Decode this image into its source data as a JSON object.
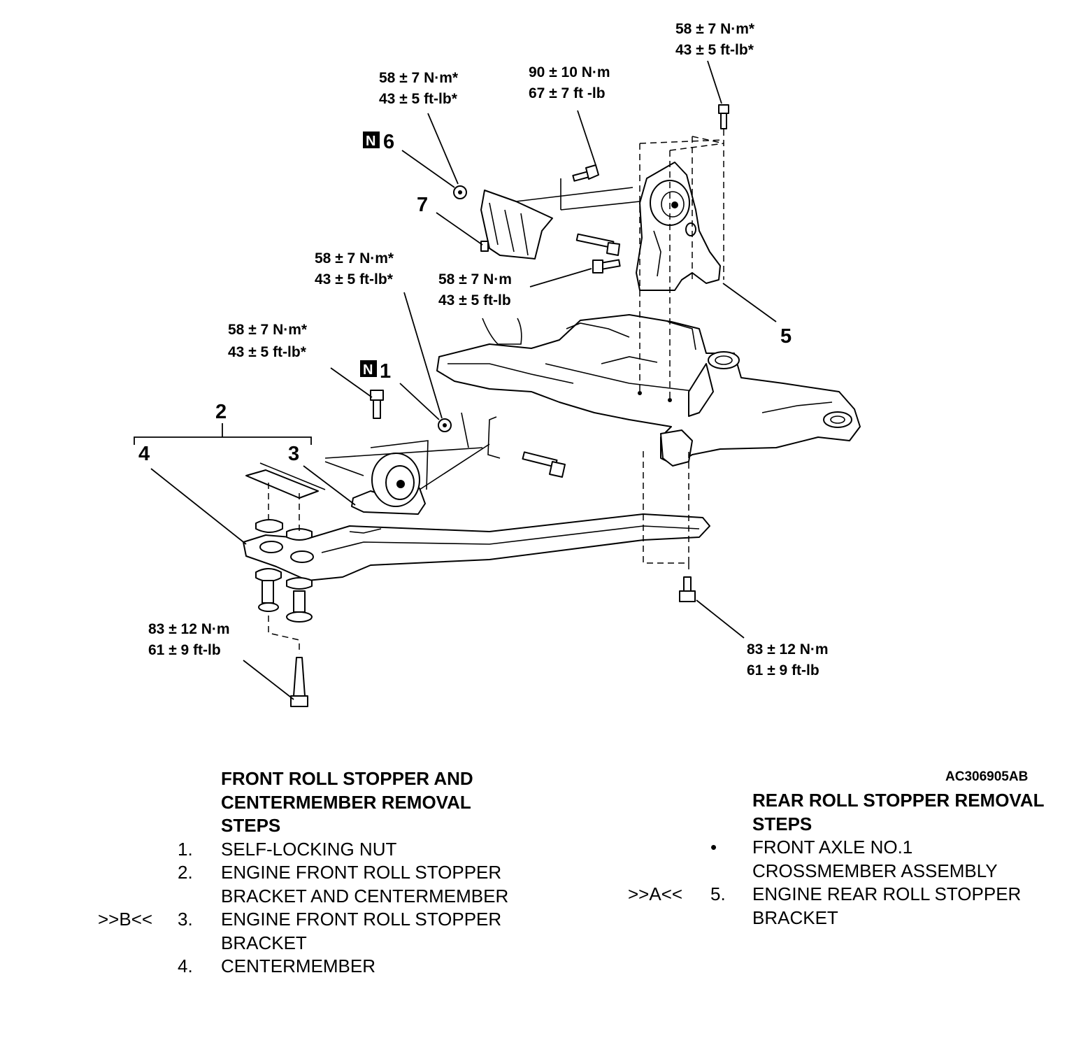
{
  "figure_code": "AC306905AB",
  "callouts": {
    "c1": "1",
    "c2": "2",
    "c3": "3",
    "c4": "4",
    "c5": "5",
    "c6": "6",
    "c7": "7",
    "badge": "N"
  },
  "torques": {
    "t_top_right": [
      "58 ± 7 N·m*",
      "43 ± 5 ft-lb*"
    ],
    "t_top_mid": [
      "58 ± 7 N·m*",
      "43 ± 5 ft-lb*"
    ],
    "t_top_90": [
      "90 ± 10 N·m",
      "67 ± 7 ft -lb"
    ],
    "t_mid_bracket": [
      "58 ± 7 N·m*",
      "43 ± 5 ft-lb*"
    ],
    "t_mid_plain": [
      "58 ± 7 N·m",
      "43 ± 5 ft-lb"
    ],
    "t_left_bolt": [
      "58 ± 7 N·m*",
      "43 ± 5 ft-lb*"
    ],
    "t_bottom_left": [
      "83 ± 12 N·m",
      "61 ± 9 ft-lb"
    ],
    "t_bottom_right": [
      "83 ± 12 N·m",
      "61 ± 9 ft-lb"
    ]
  },
  "front_steps": {
    "heading": "FRONT ROLL STOPPER AND CENTERMEMBER REMOVAL STEPS",
    "items": [
      {
        "ref": "",
        "num": "1.",
        "text": "SELF-LOCKING NUT"
      },
      {
        "ref": "",
        "num": "2.",
        "text": "ENGINE FRONT ROLL STOPPER BRACKET AND CENTERMEMBER"
      },
      {
        "ref": ">>B<<",
        "num": "3.",
        "text": "ENGINE FRONT ROLL STOPPER BRACKET"
      },
      {
        "ref": "",
        "num": "4.",
        "text": "CENTERMEMBER"
      }
    ]
  },
  "rear_steps": {
    "heading": "REAR ROLL STOPPER REMOVAL STEPS",
    "items": [
      {
        "ref": "",
        "num": "•",
        "text": "FRONT AXLE NO.1 CROSSMEMBER ASSEMBLY"
      },
      {
        "ref": ">>A<<",
        "num": "5.",
        "text": "ENGINE REAR ROLL STOPPER BRACKET"
      }
    ]
  }
}
